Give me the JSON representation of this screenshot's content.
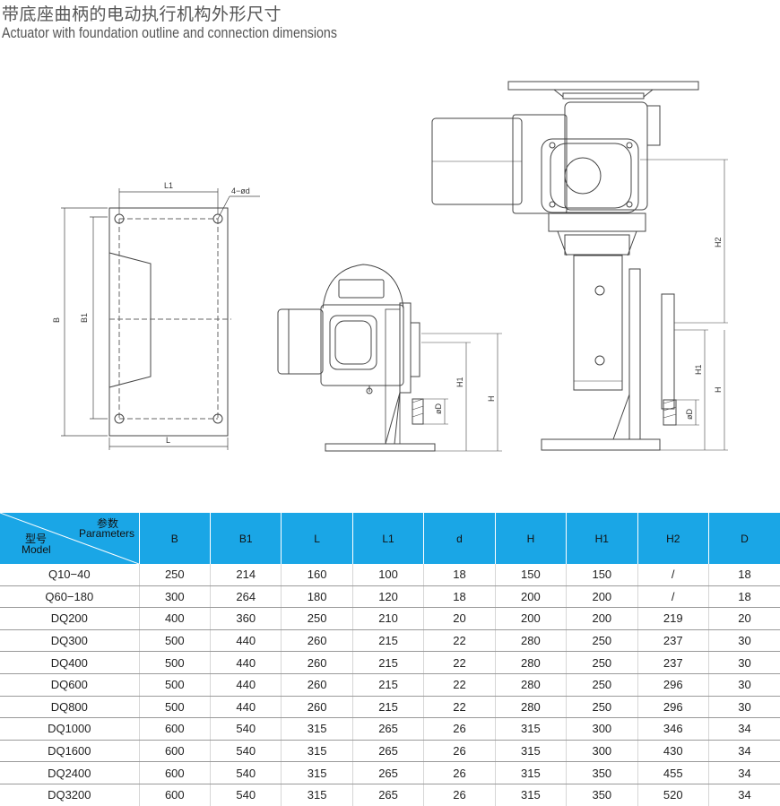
{
  "title_cn": "带底座曲柄的电动执行机构外形尺寸",
  "title_en": "Actuator with foundation outline and connection dimensions",
  "drawing_labels": {
    "l1": "L1",
    "holes": "4−ød",
    "b": "B",
    "b1": "B1",
    "l": "L",
    "h1": "H1",
    "h": "H",
    "d": "øD",
    "h2": "H2"
  },
  "table": {
    "corner": {
      "params_cn": "参数",
      "params_en": "Parameters",
      "model_cn": "型号",
      "model_en": "Model"
    },
    "columns": [
      "B",
      "B1",
      "L",
      "L1",
      "d",
      "H",
      "H1",
      "H2",
      "D"
    ],
    "rows": [
      [
        "Q10−40",
        "250",
        "214",
        "160",
        "100",
        "18",
        "150",
        "150",
        "/",
        "18"
      ],
      [
        "Q60−180",
        "300",
        "264",
        "180",
        "120",
        "18",
        "200",
        "200",
        "/",
        "18"
      ],
      [
        "DQ200",
        "400",
        "360",
        "250",
        "210",
        "20",
        "200",
        "200",
        "219",
        "20"
      ],
      [
        "DQ300",
        "500",
        "440",
        "260",
        "215",
        "22",
        "280",
        "250",
        "237",
        "30"
      ],
      [
        "DQ400",
        "500",
        "440",
        "260",
        "215",
        "22",
        "280",
        "250",
        "237",
        "30"
      ],
      [
        "DQ600",
        "500",
        "440",
        "260",
        "215",
        "22",
        "280",
        "250",
        "296",
        "30"
      ],
      [
        "DQ800",
        "500",
        "440",
        "260",
        "215",
        "22",
        "280",
        "250",
        "296",
        "30"
      ],
      [
        "DQ1000",
        "600",
        "540",
        "315",
        "265",
        "26",
        "315",
        "300",
        "346",
        "34"
      ],
      [
        "DQ1600",
        "600",
        "540",
        "315",
        "265",
        "26",
        "315",
        "300",
        "430",
        "34"
      ],
      [
        "DQ2400",
        "600",
        "540",
        "315",
        "265",
        "26",
        "315",
        "350",
        "455",
        "34"
      ],
      [
        "DQ3200",
        "600",
        "540",
        "315",
        "265",
        "26",
        "315",
        "350",
        "520",
        "34"
      ]
    ]
  },
  "colors": {
    "header_bg": "#1aa6e6",
    "line": "#444444"
  }
}
